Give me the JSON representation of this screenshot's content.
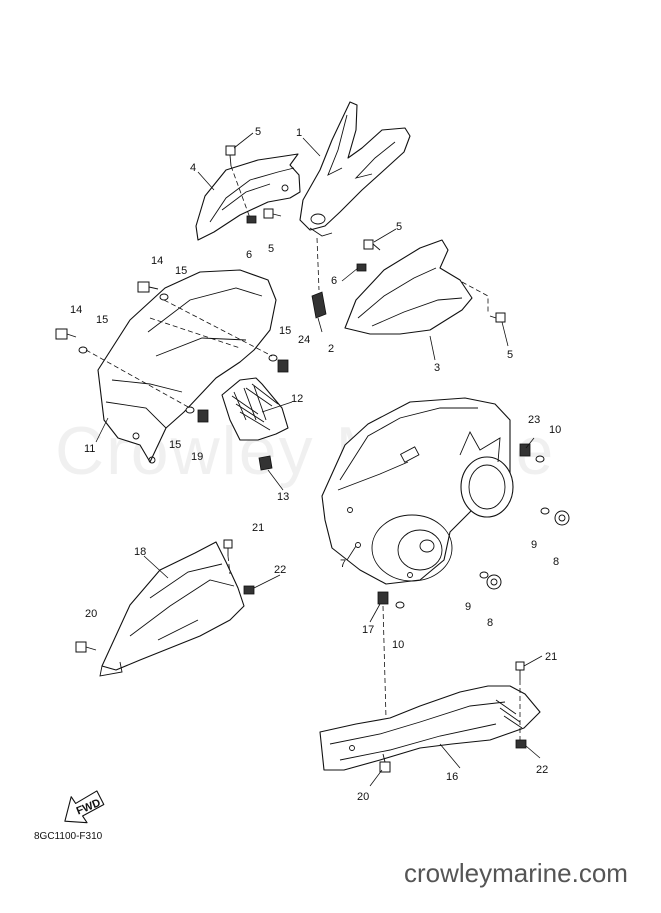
{
  "watermark_text": "Crowley Marine",
  "drawing_code": "8GC1100-F310",
  "brand_url": "crowleymarine.com",
  "fwd_label": "FWD",
  "callouts": {
    "c1": "1",
    "c2": "2",
    "c3": "3",
    "c4": "4",
    "c5a": "5",
    "c5b": "5",
    "c5c": "5",
    "c5d": "5",
    "c6a": "6",
    "c6b": "6",
    "c7": "7",
    "c8a": "8",
    "c8b": "8",
    "c9a": "9",
    "c9b": "9",
    "c10a": "10",
    "c10b": "10",
    "c11": "11",
    "c12": "12",
    "c13": "13",
    "c14a": "14",
    "c14b": "14",
    "c15a": "15",
    "c15b": "15",
    "c15c": "15",
    "c15d": "15",
    "c16": "16",
    "c17": "17",
    "c18": "18",
    "c19": "19",
    "c20a": "20",
    "c20b": "20",
    "c21a": "21",
    "c21b": "21",
    "c22a": "22",
    "c22b": "22",
    "c23": "23",
    "c24": "24"
  }
}
